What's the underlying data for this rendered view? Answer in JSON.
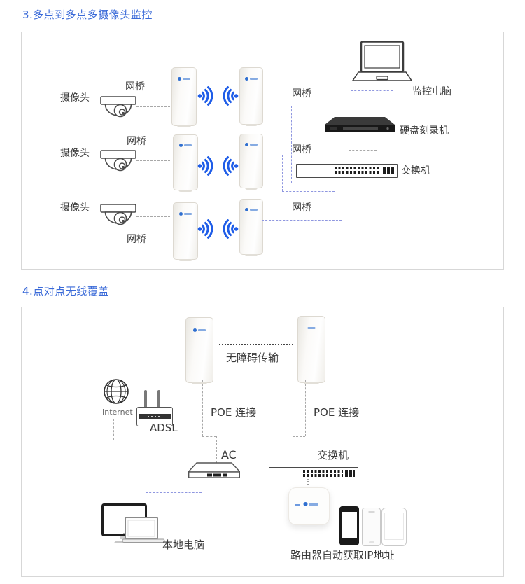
{
  "colors": {
    "accent_blue": "#3a6ad8",
    "wifi_blue": "#1f5de8",
    "line_blue": "#8f97e0",
    "line_gray": "#a8a8a8"
  },
  "section1": {
    "title": "3.多点到多点多摄像头监控",
    "rows": [
      {
        "camera_label": "摄像头",
        "bridge_label": "网桥",
        "right_bridge_label": "网桥"
      },
      {
        "camera_label": "摄像头",
        "bridge_label": "网桥",
        "right_bridge_label": "网桥"
      },
      {
        "camera_label": "摄像头",
        "bridge_label": "网桥",
        "right_bridge_label": "网桥"
      }
    ],
    "monitor_pc_label": "监控电脑",
    "dvr_label": "硬盘刻录机",
    "switch_label": "交换机"
  },
  "section2": {
    "title": "4.点对点无线覆盖",
    "transmission_label": "无障碍传输",
    "internet_label": "Internet",
    "adsl_label": "ADSL",
    "poe_left_label": "POE 连接",
    "poe_right_label": "POE 连接",
    "ac_label": "AC",
    "switch_label": "交换机",
    "local_pc_label": "本地电脑",
    "router_label": "路由器自动获取IP地址"
  }
}
